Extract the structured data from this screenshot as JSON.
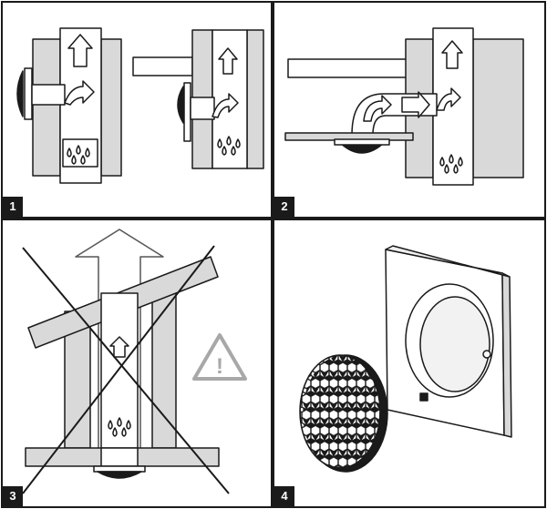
{
  "panels": [
    {
      "number": "1",
      "status": "ok"
    },
    {
      "number": "2",
      "status": "ok"
    },
    {
      "number": "3",
      "status": "prohibited"
    },
    {
      "number": "4",
      "status": "ok"
    }
  ],
  "warning_symbol": "!",
  "colors": {
    "ink": "#1a1a1a",
    "wall": "#d9d9d9",
    "warning": "#a8a8a8",
    "background": "#ffffff"
  },
  "icons": [
    "up-arrow-icon",
    "curved-arrow-icon",
    "water-drops-icon",
    "warning-triangle-icon",
    "cross-mark-icon",
    "honeycomb-grille-icon"
  ]
}
